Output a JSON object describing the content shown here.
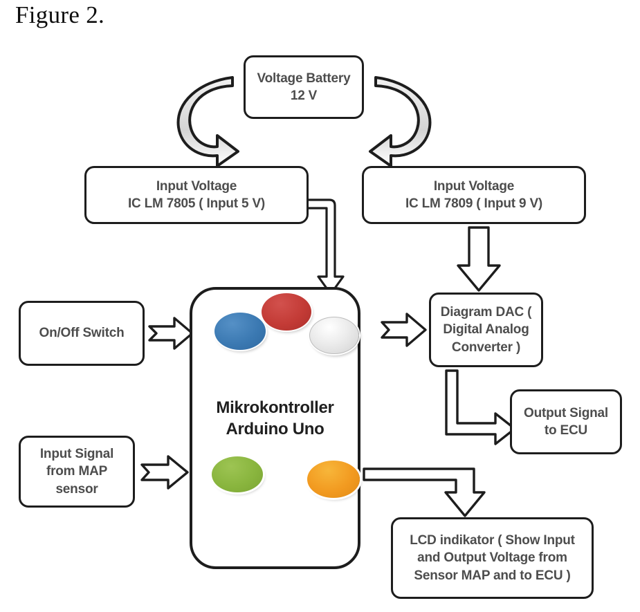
{
  "figure": {
    "caption": "Figure 2.",
    "type": "block-diagram",
    "subject": "Arduino Uno based MAP sensor signal conditioning system"
  },
  "nodes": {
    "battery": {
      "name": "voltage-battery",
      "lines": [
        "Voltage Battery",
        "12 V"
      ]
    },
    "regulator_5v": {
      "name": "input-voltage-lm7805",
      "lines": [
        "Input Voltage",
        "IC LM 7805 ( Input 5 V)"
      ]
    },
    "regulator_9v": {
      "name": "input-voltage-lm7809",
      "lines": [
        "Input Voltage",
        "IC LM 7809 ( Input 9 V)"
      ]
    },
    "switch": {
      "name": "on-off-switch",
      "lines": [
        "On/Off Switch"
      ]
    },
    "map_sensor": {
      "name": "input-signal-map-sensor",
      "lines": [
        "Input Signal",
        "from MAP",
        "sensor"
      ]
    },
    "microcontroller": {
      "name": "mikrokontroller-arduino-uno",
      "lines": [
        "Mikrokontroller",
        "Arduino Uno"
      ]
    },
    "dac": {
      "name": "diagram-dac",
      "lines": [
        "Diagram DAC (",
        "Digital Analog",
        "Converter )"
      ]
    },
    "output_ecu": {
      "name": "output-signal-to-ecu",
      "lines": [
        "Output Signal",
        "to ECU"
      ]
    },
    "lcd": {
      "name": "lcd-indikator",
      "lines": [
        "LCD indikator ( Show Input",
        "and Output Voltage from",
        "Sensor  MAP and to ECU )"
      ]
    }
  },
  "leds": [
    {
      "label": "blue-led",
      "color": "#3b79b2"
    },
    {
      "label": "red-led",
      "color": "#c33b36"
    },
    {
      "label": "white-led",
      "color": "#ececec"
    },
    {
      "label": "green-led",
      "color": "#89b53e"
    },
    {
      "label": "orange-led",
      "color": "#f29a20"
    }
  ],
  "connectors": [
    {
      "name": "battery-to-regulator-5v",
      "style": "curved-hook-arrow",
      "from": "battery",
      "to": "regulator_5v"
    },
    {
      "name": "battery-to-regulator-9v",
      "style": "curved-hook-arrow",
      "from": "battery",
      "to": "regulator_9v"
    },
    {
      "name": "regulator-5v-to-microcontroller",
      "style": "thin-elbow-arrow",
      "from": "regulator_5v",
      "to": "microcontroller"
    },
    {
      "name": "regulator-9v-to-dac",
      "style": "block-arrow-down",
      "from": "regulator_9v",
      "to": "dac"
    },
    {
      "name": "switch-to-microcontroller",
      "style": "block-arrow-right",
      "from": "switch",
      "to": "microcontroller"
    },
    {
      "name": "map-sensor-to-microcontroller",
      "style": "block-arrow-right",
      "from": "map_sensor",
      "to": "microcontroller"
    },
    {
      "name": "microcontroller-to-dac",
      "style": "block-arrow-right",
      "from": "microcontroller",
      "to": "dac"
    },
    {
      "name": "dac-to-output-ecu",
      "style": "block-elbow-arrow-right",
      "from": "dac",
      "to": "output_ecu"
    },
    {
      "name": "microcontroller-to-lcd",
      "style": "block-elbow-arrow-down",
      "from": "microcontroller",
      "to": "lcd"
    }
  ],
  "colors": {
    "stroke": "#1d1d1d",
    "text": "#4d4d4d",
    "title": "#0d0d0d",
    "background": "#ffffff",
    "curved_arrow_fill": "#d9d9d9"
  }
}
